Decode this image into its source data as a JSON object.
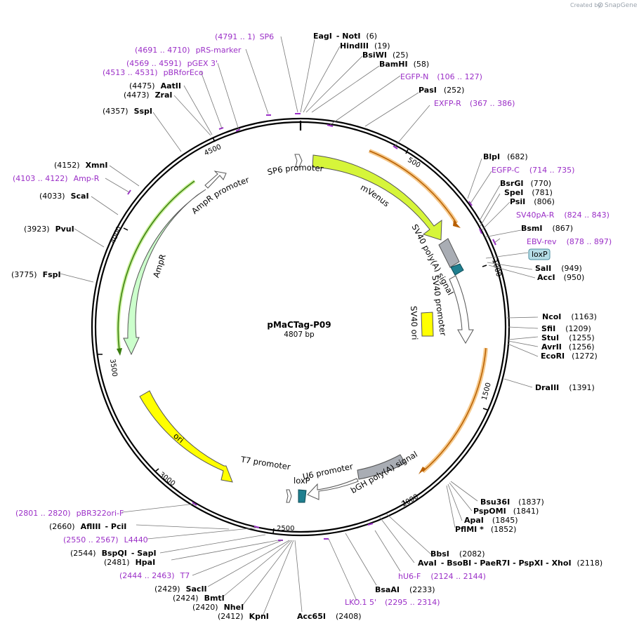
{
  "credit": {
    "text": "Created by",
    "brand": "SnapGene"
  },
  "plasmid": {
    "name": "pMaCTag-P09",
    "size": "4807 bp",
    "total": 4807
  },
  "colors": {
    "backbone": "#000000",
    "primer": "#9b2fc7",
    "venus": "#d6f53a",
    "ori": "#ffff00",
    "ampr": "#ccffcc",
    "polyA": "#a9adb4",
    "lox": "#1f7f8f",
    "orangeArrow": "#ee8a16"
  },
  "ticks": [
    "500",
    "1000",
    "1500",
    "2000",
    "2500",
    "3000",
    "3500",
    "4000",
    "4500"
  ],
  "features": {
    "sp6_promoter": "SP6 promoter",
    "mvenus": "mVenus",
    "sv40_polya": "SV40 poly(A) signal",
    "sv40_promoter": "SV40 promoter",
    "sv40_ori": "SV40 ori",
    "ampr_promoter": "AmpR promoter",
    "ampr": "AmpR",
    "ori": "ori",
    "t7_promoter": "T7 promoter",
    "u6_promoter": "U6 promoter",
    "bgh_polya": "bGH poly(A) signal",
    "loxp_inner": "loxP",
    "loxp_box": "loxP"
  },
  "labels": {
    "sp6": {
      "range": "(4791 .. 1)",
      "name": "SP6"
    },
    "eagi": {
      "name": "EagI"
    },
    "noti": {
      "name": "- NotI",
      "pos": "(6)"
    },
    "hindiii": {
      "name": "HindIII",
      "pos": "(19)"
    },
    "bsiwi": {
      "name": "BsiWI",
      "pos": "(25)"
    },
    "bamhi": {
      "name": "BamHI",
      "pos": "(58)"
    },
    "egfpn": {
      "name": "EGFP-N",
      "range": "(106 .. 127)"
    },
    "pasi": {
      "name": "PasI",
      "pos": "(252)"
    },
    "exfpr": {
      "name": "EXFP-R",
      "range": "(367 .. 386)"
    },
    "blpi": {
      "name": "BlpI",
      "pos": "(682)"
    },
    "egfpc": {
      "name": "EGFP-C",
      "range": "(714 .. 735)"
    },
    "bsrgi": {
      "name": "BsrGI",
      "pos": "(770)"
    },
    "spei": {
      "name": "SpeI",
      "pos": "(781)"
    },
    "psii": {
      "name": "PsiI",
      "pos": "(806)"
    },
    "sv40par": {
      "name": "SV40pA-R",
      "range": "(824 .. 843)"
    },
    "bsmi": {
      "name": "BsmI",
      "pos": "(867)"
    },
    "ebvrev": {
      "name": "EBV-rev",
      "range": "(878 .. 897)"
    },
    "sali": {
      "name": "SalI",
      "pos": "(949)"
    },
    "acci": {
      "name": "AccI",
      "pos": "(950)"
    },
    "ncoi": {
      "name": "NcoI",
      "pos": "(1163)"
    },
    "sfii": {
      "name": "SfiI",
      "pos": "(1209)"
    },
    "stui": {
      "name": "StuI",
      "pos": "(1255)"
    },
    "avrii": {
      "name": "AvrII",
      "pos": "(1256)"
    },
    "ecori": {
      "name": "EcoRI",
      "pos": "(1272)"
    },
    "draiii": {
      "name": "DraIII",
      "pos": "(1391)"
    },
    "bsu36i": {
      "name": "Bsu36I",
      "pos": "(1837)"
    },
    "pspomi": {
      "name": "PspOMI",
      "pos": "(1841)"
    },
    "apai": {
      "name": "ApaI",
      "pos": "(1845)"
    },
    "pflmi": {
      "name": "PflMI *",
      "pos": "(1852)"
    },
    "bbsi": {
      "name": "BbsI",
      "pos": "(2082)"
    },
    "avai": {
      "name": "AvaI",
      "rest": "- BsoBI  - PaeR7I  - PspXI  - XhoI",
      "pos": "(2118)"
    },
    "hu6f": {
      "name": "hU6-F",
      "range": "(2124 .. 2144)"
    },
    "bsaai": {
      "name": "BsaAI",
      "pos": "(2233)"
    },
    "lko15": {
      "name": "LKO.1 5'",
      "range": "(2295 .. 2314)"
    },
    "acc65i": {
      "name": "Acc65I",
      "pos": "(2408)"
    },
    "kpni": {
      "name": "KpnI",
      "pos": "(2412)"
    },
    "nhei": {
      "name": "NheI",
      "pos": "(2420)"
    },
    "bmti": {
      "name": "BmtI",
      "pos": "(2424)"
    },
    "sacii": {
      "name": "SacII",
      "pos": "(2429)"
    },
    "t7": {
      "name": "T7",
      "range": "(2444 .. 2463)"
    },
    "hpai": {
      "name": "HpaI",
      "pos": "(2481)"
    },
    "bspqi": {
      "name": "BspQI",
      "rest": "- SapI",
      "pos": "(2544)"
    },
    "l4440": {
      "name": "L4440",
      "range": "(2550 .. 2567)"
    },
    "afliii": {
      "name": "AflIII",
      "rest": "- PciI",
      "pos": "(2660)"
    },
    "pbr322ori": {
      "name": "pBR322ori-F",
      "range": "(2801 .. 2820)"
    },
    "fspi": {
      "name": "FspI",
      "pos": "(3775)"
    },
    "pvui": {
      "name": "PvuI",
      "pos": "(3923)"
    },
    "scai": {
      "name": "ScaI",
      "pos": "(4033)"
    },
    "ampr_primer": {
      "name": "Amp-R",
      "range": "(4103 .. 4122)"
    },
    "xmni": {
      "name": "XmnI",
      "pos": "(4152)"
    },
    "sspi": {
      "name": "SspI",
      "pos": "(4357)"
    },
    "zrai": {
      "name": "ZraI",
      "pos": "(4473)"
    },
    "aatii": {
      "name": "AatII",
      "pos": "(4475)"
    },
    "pbrforeco": {
      "name": "pBRforEco",
      "range": "(4513 .. 4531)"
    },
    "pgex3": {
      "name": "pGEX 3'",
      "range": "(4569 .. 4591)"
    },
    "prsmarker": {
      "name": "pRS-marker",
      "range": "(4691 .. 4710)"
    }
  }
}
